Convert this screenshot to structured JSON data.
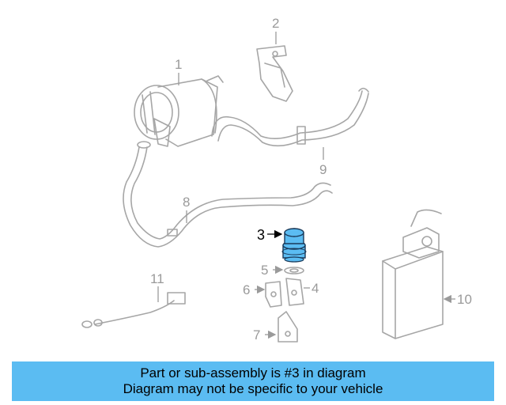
{
  "diagram": {
    "highlight_color": "#5bbcf2",
    "callouts": [
      "1",
      "2",
      "3",
      "4",
      "5",
      "6",
      "7",
      "8",
      "9",
      "10",
      "11"
    ]
  },
  "banner": {
    "line1": "Part or sub-assembly is #3 in diagram",
    "line2": "Diagram may not be specific to your vehicle",
    "color": "#5bbcf2"
  }
}
